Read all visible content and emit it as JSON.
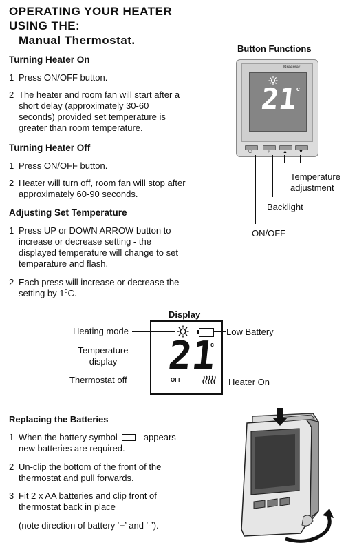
{
  "header": {
    "title_line1": "OPERATING YOUR HEATER",
    "title_line2": "USING THE:",
    "title_line3": "Manual Thermostat."
  },
  "turning_on": {
    "heading": "Turning Heater On",
    "steps": [
      {
        "num": "1",
        "lines": [
          "Press ON/OFF  button."
        ]
      },
      {
        "num": "2",
        "lines": [
          "The heater and room fan will start after a",
          "short delay (approximately  30-60",
          "seconds)  provided set temperature is",
          "greater than room temperature."
        ]
      }
    ]
  },
  "turning_off": {
    "heading": "Turning Heater Off",
    "steps": [
      {
        "num": "1",
        "lines": [
          "Press ON/OFF  button."
        ]
      },
      {
        "num": "2",
        "lines": [
          "Heater will turn off, room fan will stop after",
          "approximately 60-90 seconds."
        ]
      }
    ]
  },
  "adjusting": {
    "heading": "Adjusting Set Temperature",
    "steps": [
      {
        "num": "1",
        "lines": [
          "Press UP or DOWN ARROW button to",
          "increase or decrease setting - the",
          "displayed temperature will change to set",
          "temparature and flash."
        ]
      },
      {
        "num": "2",
        "lines": [
          "Each press will increase or decrease the"
        ],
        "last_prefix": "setting by 1",
        "last_sup": "o",
        "last_suffix": "C."
      }
    ]
  },
  "button_functions": {
    "heading": "Button Functions",
    "brand": "Braemar",
    "lcd_digits": "21",
    "lcd_unit": "c",
    "label_temp_line1": "Temperature",
    "label_temp_line2": "adjustment",
    "label_backlight": "Backlight",
    "label_onoff": "ON/OFF"
  },
  "display": {
    "heading": "Display",
    "digits": "21",
    "unit": "c",
    "off_text": "OFF",
    "label_heating_mode": "Heating mode",
    "label_temp_line1": "Temperature",
    "label_temp_line2": "display",
    "label_thermostat_off": "Thermostat off",
    "label_low_battery": "Low Battery",
    "label_heater_on": "Heater On"
  },
  "batteries": {
    "heading": "Replacing the Batteries",
    "step1_a": "When the battery symbol",
    "step1_b": "appears",
    "step1_c": "new batteries are required.",
    "step2_line1": "Un-clip the bottom of the front of the",
    "step2_line2": "thermostat and pull forwards.",
    "step3_line1": "Fit 2 x AA batteries and clip front of",
    "step3_line2": "thermostat back in place",
    "note": "(note direction of battery ‘+’ and ‘-’).",
    "nums": [
      "1",
      "2",
      "3"
    ]
  }
}
